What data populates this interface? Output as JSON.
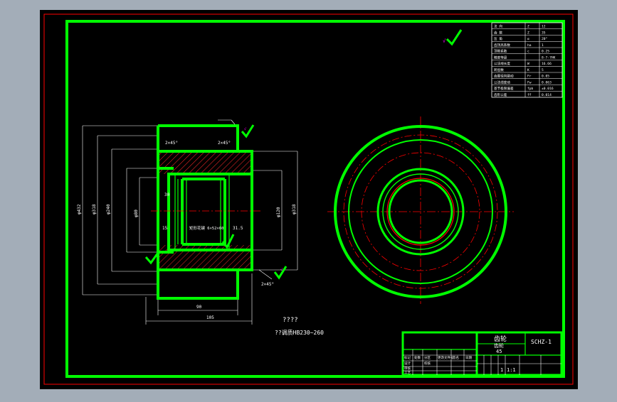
{
  "colors": {
    "window_bg": "#a3adb8",
    "paper": "#000000",
    "frame_green": "#00ff00",
    "center_line_red": "#ff0000",
    "dimension_white": "#ffffff",
    "mark_magenta": "#ff00ff",
    "hatch_red": "#ff2a2a"
  },
  "params_table": {
    "rows": [
      {
        "label": "法 向",
        "symbol": "Z",
        "value": "12"
      },
      {
        "label": "齿 数",
        "symbol": "Z",
        "value": "35"
      },
      {
        "label": "压 角",
        "symbol": "α",
        "value": "20°"
      },
      {
        "label": "齿顶高系数",
        "symbol": "ha",
        "value": "1"
      },
      {
        "label": "顶隙系数",
        "symbol": "c",
        "value": "0.25"
      },
      {
        "label": "精度等级",
        "symbol": "",
        "value": "8-7-7HK"
      },
      {
        "label": "公法线长度",
        "symbol": "W",
        "value": "16.66"
      },
      {
        "label": "跨齿数",
        "symbol": "K",
        "value": "5"
      },
      {
        "label": "齿圈径向跳动",
        "symbol": "Fr",
        "value": "0.05"
      },
      {
        "label": "公法线变动",
        "symbol": "Fw",
        "value": "0.063"
      },
      {
        "label": "基节极限偏差",
        "symbol": "fpb",
        "value": "±0.016"
      },
      {
        "label": "齿形公差",
        "symbol": "ff",
        "value": "0.014"
      }
    ]
  },
  "dimensions": {
    "chamfer_top": "2×45°",
    "chamfer_mid": "2×45°",
    "chamfer_bottom": "2×45°",
    "dia_outer": "φ432",
    "dia_2": "φ318",
    "dia_3": "φ240",
    "dia_bore": "φ80",
    "dia_hub": "φ120",
    "hub_small": "30",
    "step_1": "15",
    "step_2": "31.5",
    "spline_label": "矩形花键 6×52×60",
    "width_90": "90",
    "width_105": "105"
  },
  "tech_note": {
    "title": "????",
    "line": "??调质HB230~260"
  },
  "title_block": {
    "part_name_1": "齿轮",
    "part_name_2": "齿轮",
    "drawing_no": "SCHZ-1",
    "material": "45",
    "scale": "1:1",
    "sheet": "1",
    "headers": [
      "标记",
      "处数",
      "分区",
      "更改文件号",
      "签名",
      "日期"
    ],
    "roles": [
      "设计",
      "校核",
      "审核",
      "工艺"
    ]
  },
  "roughness_mark": "√"
}
